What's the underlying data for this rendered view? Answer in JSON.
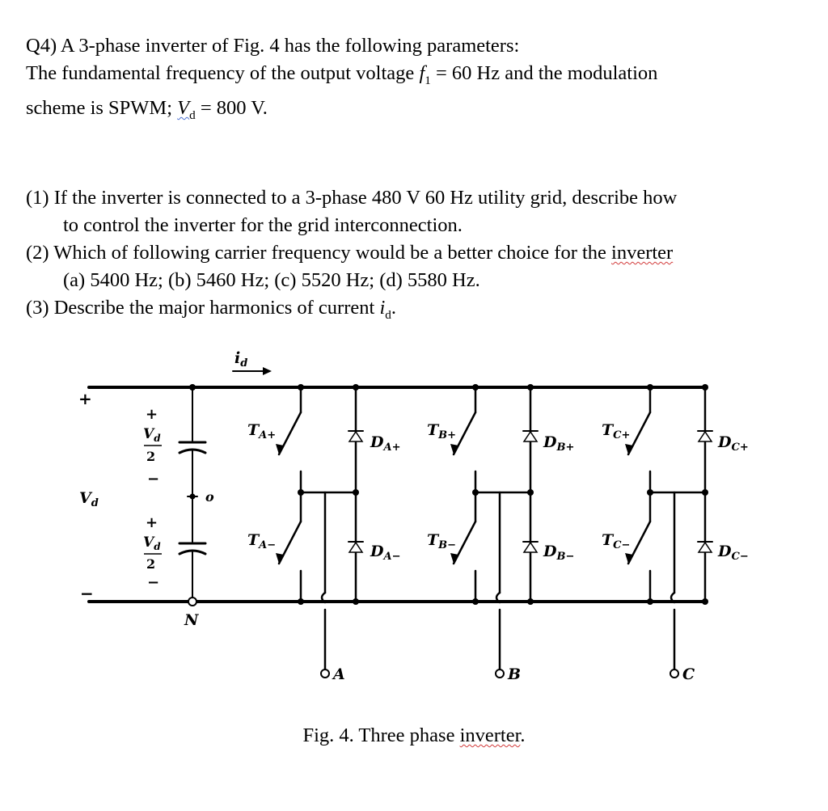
{
  "question": {
    "header": "Q4) A 3-phase inverter of Fig. 4 has the following parameters:",
    "line2_a": "The fundamental frequency of the output voltage ",
    "f1_sym": "f",
    "f1_sub": "1",
    "line2_b": " = 60 Hz and the modulation",
    "line3_a": "scheme is SPWM; ",
    "vd_sym": "V",
    "vd_sub": "d",
    "line3_b": " = 800 V."
  },
  "parts": {
    "p1_line1": "(1) If the inverter is connected to a 3-phase 480 V 60 Hz utility grid, describe how",
    "p1_line2": "to control the inverter for the grid interconnection.",
    "p2_line1_a": "(2) Which of following carrier frequency would be a better choice for the ",
    "p2_line1_b": "inverter",
    "p2_line2": "(a) 5400 Hz; (b) 5460 Hz; (c) 5520 Hz; (d) 5580 Hz.",
    "p3_a": "(3) Describe the major harmonics of current ",
    "p3_sym": "i",
    "p3_sub": "d",
    "p3_b": "."
  },
  "figure": {
    "id_sym": "i",
    "id_sub": "d",
    "plus": "+",
    "minus": "−",
    "vd_sym": "V",
    "vd_sub": "d",
    "two": "2",
    "o": "o",
    "N": "N",
    "TA_plus": {
      "s": "T",
      "sub": "A+"
    },
    "TA_minus": {
      "s": "T",
      "sub": "A−"
    },
    "TB_plus": {
      "s": "T",
      "sub": "B+"
    },
    "TB_minus": {
      "s": "T",
      "sub": "B−"
    },
    "TC_plus": {
      "s": "T",
      "sub": "C+"
    },
    "TC_minus": {
      "s": "T",
      "sub": "C−"
    },
    "DA_plus": {
      "s": "D",
      "sub": "A+"
    },
    "DA_minus": {
      "s": "D",
      "sub": "A−"
    },
    "DB_plus": {
      "s": "D",
      "sub": "B+"
    },
    "DB_minus": {
      "s": "D",
      "sub": "B−"
    },
    "DC_plus": {
      "s": "D",
      "sub": "C+"
    },
    "DC_minus": {
      "s": "D",
      "sub": "C−"
    },
    "A": "A",
    "B": "B",
    "C": "C"
  },
  "caption": {
    "a": "Fig. 4. Three phase ",
    "b": "inverter",
    "c": "."
  }
}
